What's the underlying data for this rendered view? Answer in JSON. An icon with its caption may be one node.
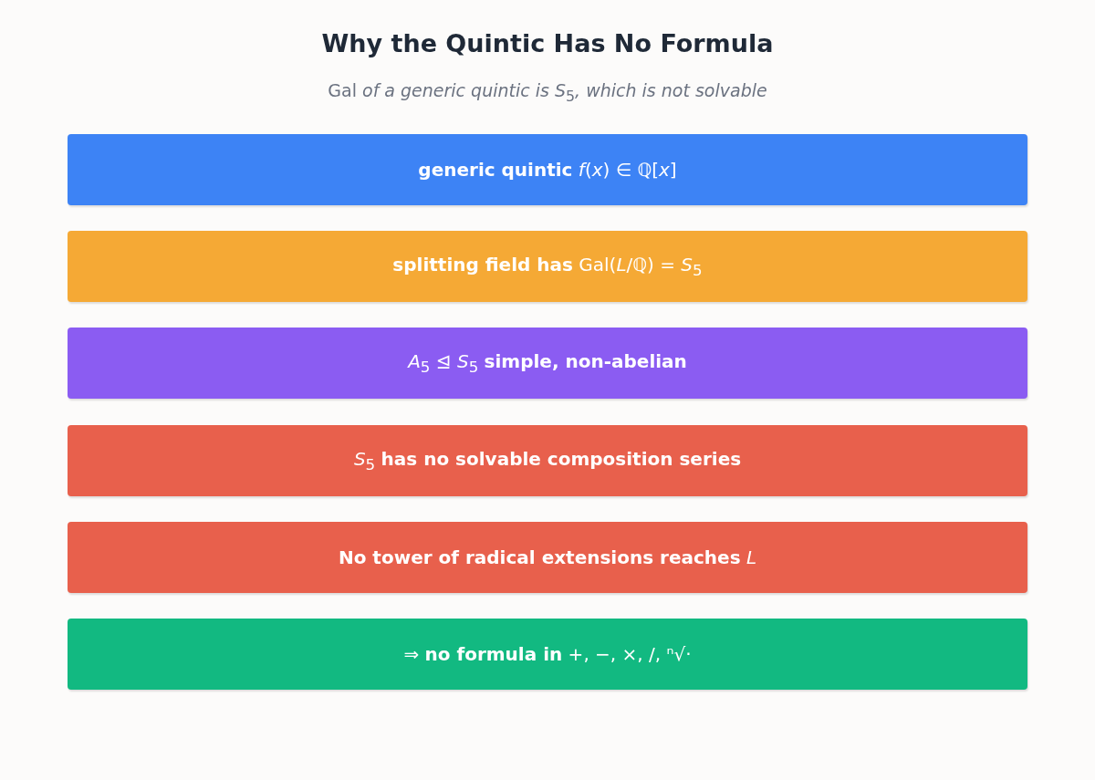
{
  "diagram": {
    "title": "Why the Quintic Has No Formula",
    "caption": "Gal *of a generic quintic is S*$_{5}$*, which is not solvable*",
    "nodes": [
      {
        "text": [
          "**generic quintic** *f*(*x*) ∈ ℚ[*x*]"
        ]
      },
      {
        "text": [
          "**splitting field has** Gal(*L*/ℚ) = *S*$_{5}$"
        ]
      },
      {
        "text": [
          "*A*$_{5}$ ⊴ *S*$_{5}$ **simple, non-abelian**"
        ]
      },
      {
        "text": [
          "*S*$_{5}$ **has no solvable composition series**"
        ]
      },
      {
        "text": [
          "**No tower of radical extensions reaches** *L*"
        ]
      },
      {
        "text": [
          "⇒ **no formula in** +, −, ×, /, ⁿ√·"
        ]
      }
    ]
  }
}
